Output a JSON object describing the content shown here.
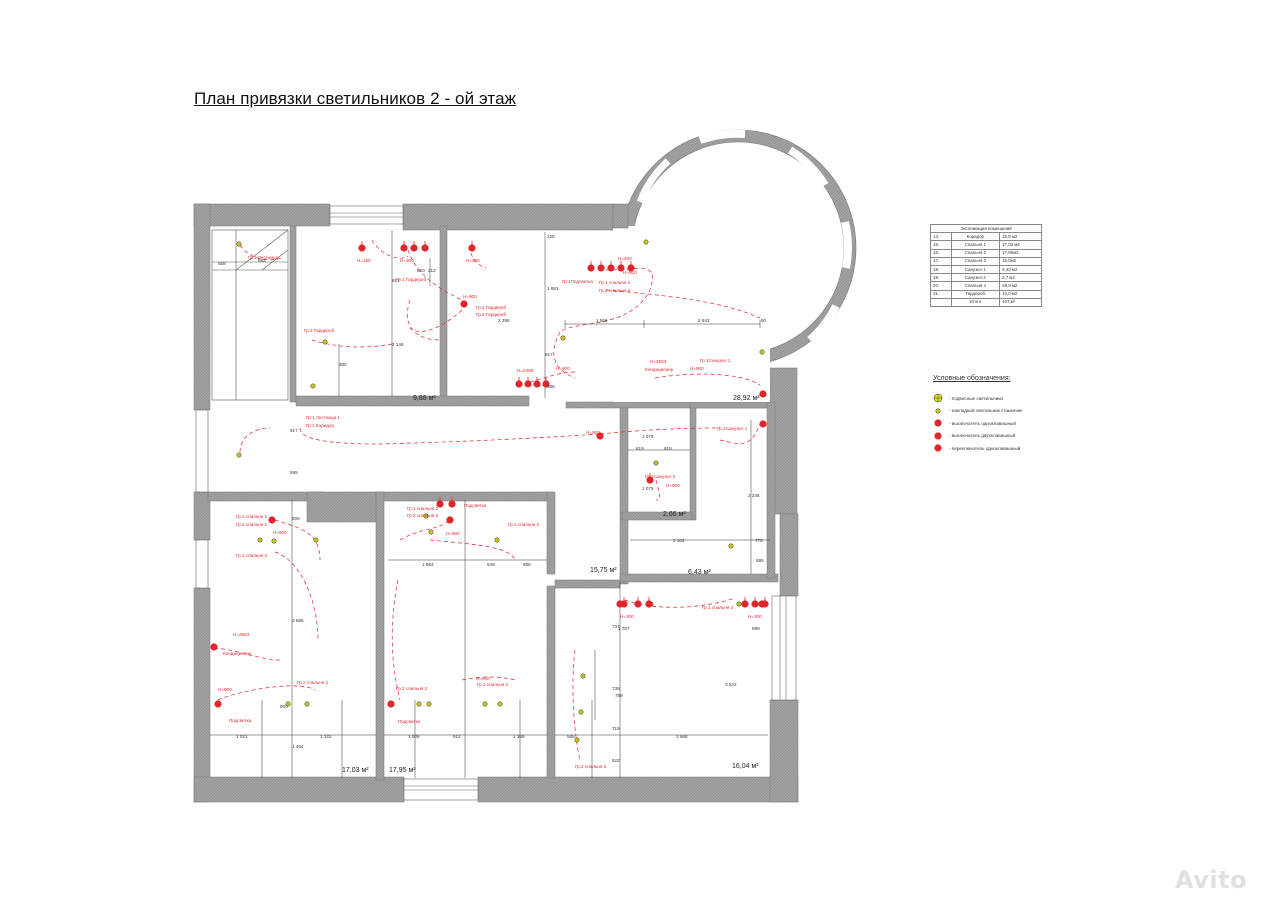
{
  "title": "План привязки светильников 2 - ой этаж",
  "rooms": {
    "a1": "9,88 м²",
    "a2": "28,92 м²",
    "a3": "2,66 м²",
    "a4": "15,75 м²",
    "a5": "6,43 м²",
    "a6": "17,03 м²",
    "a7": "17,95 м²",
    "a8": "16,04 м²"
  },
  "red_labels": {
    "l1": "Гр.1 Лестница",
    "l2": "Н=150",
    "l3": "Н=300",
    "l4": "Н=300",
    "l5": "Гр.1 Гардероб",
    "l6": "Н=900",
    "l7": "Гр.1 Гардероб",
    "l8": "Гр.2 Гардероб",
    "l9": "Гр.2 Гардероб",
    "l10": "Гр.1 Лестница 1",
    "l11": "Гр.1 Коридор",
    "l12": "Н=2400",
    "l13": "Н=900",
    "l14": "Н=2583",
    "l15": "Кондиционер",
    "l16": "Гр.1Санузел 1",
    "l17": "Н=900",
    "l18": "Гр.1Подсветка",
    "l19": "Н=300",
    "l20": "Н=900",
    "l21": "Гр.1 спальня 4",
    "l22": "Гр.2 спальня 4",
    "l23": "Н=900",
    "l24": "Гр.1Санузел 1",
    "l25": "Гр.1Санузел 2",
    "l26": "Н=900",
    "l27": "Гр.1 спальня 1",
    "l28": "Гр.2 спальня 1",
    "l29": "Н=900",
    "l30": "Гр.1 спальня 2",
    "l31": "Н=2583",
    "l32": "Кондиционер",
    "l33": "Н=900",
    "l34": "Подсветка",
    "l35": "Гр.2 спальня 1",
    "l36": "Гр.1 спальня 2",
    "l37": "Гр.2 спальня 2",
    "l38": "Подсветка",
    "l39": "Н=900",
    "l40": "Гр.1 спальня 2",
    "l41": "Гр.1 спальня 2",
    "l42": "Подсветка",
    "l43": "Гр.2 спальня 2",
    "l44": "Н=900",
    "l45": "Н=300",
    "l46": "Гр.1 спальня 3",
    "l47": "Н=300",
    "l48": "Гр.2 спальня 3"
  },
  "dims": {
    "d1": "993",
    "d2": "558",
    "d3": "620",
    "d4": "817",
    "d5": "212",
    "d6": "2 295",
    "d7": "1 556",
    "d8": "2 843",
    "d9": "1 881",
    "d10": "50",
    "d11": "228",
    "d12": "2 146",
    "d13": "817",
    "d14": "300",
    "d15": "817",
    "d16": "595",
    "d17": "595",
    "d18": "619",
    "d19": "619",
    "d20": "1 075",
    "d21": "1 075",
    "d22": "2 102",
    "d23": "776",
    "d24": "2 245",
    "d25": "595",
    "d26": "737",
    "d27": "799",
    "d28": "808",
    "d29": "1 864",
    "d30": "549",
    "d31": "866",
    "d32": "3 595",
    "d33": "1 021",
    "d34": "900",
    "d35": "1 322",
    "d36": "1 009",
    "d37": "912",
    "d38": "1 389",
    "d39": "1 454",
    "d40": "585",
    "d41": "1 757",
    "d42": "736",
    "d43": "719",
    "d44": "522",
    "d45": "3 522",
    "d46": "3 568",
    "d47": "599"
  },
  "explication": {
    "title": "Экспликация помещений",
    "rows": [
      {
        "n": "14.",
        "name": "Коридор",
        "area": "15,8 м2"
      },
      {
        "n": "15.",
        "name": "Спальня  1",
        "area": "17,03 м2"
      },
      {
        "n": "16.",
        "name": "Спальня 2",
        "area": "17,95м2"
      },
      {
        "n": "17.",
        "name": "Спальня 3",
        "area": "16,0м2"
      },
      {
        "n": "18.",
        "name": "Санузел 1",
        "area": "6,43 м2"
      },
      {
        "n": "19.",
        "name": "Санузел 2",
        "area": "2,7 м2"
      },
      {
        "n": "20.",
        "name": "Спальня 4",
        "area": "28,9 м2"
      },
      {
        "n": "21.",
        "name": "Гардероб",
        "area": "10,0 м2"
      },
      {
        "n": "",
        "name": "Итого",
        "area": "107,м²"
      }
    ]
  },
  "legend": {
    "title": "Условные обозначения:",
    "items": [
      {
        "icon": "pendant-light-icon",
        "label": "- подвесные светильники"
      },
      {
        "icon": "surface-spot-icon",
        "label": "- накладной светильник стаканчик"
      },
      {
        "icon": "single-switch-icon",
        "label": "- выключатель одноклавишный"
      },
      {
        "icon": "double-switch-icon",
        "label": "- выключатель двухклавишный"
      },
      {
        "icon": "passthrough-switch-icon",
        "label": "- переключатель одноклавишный"
      }
    ]
  },
  "colors": {
    "accent": "#e0262d",
    "lamp": "#c8c419",
    "wall": "#9b9b9b"
  },
  "watermark": "Avito"
}
